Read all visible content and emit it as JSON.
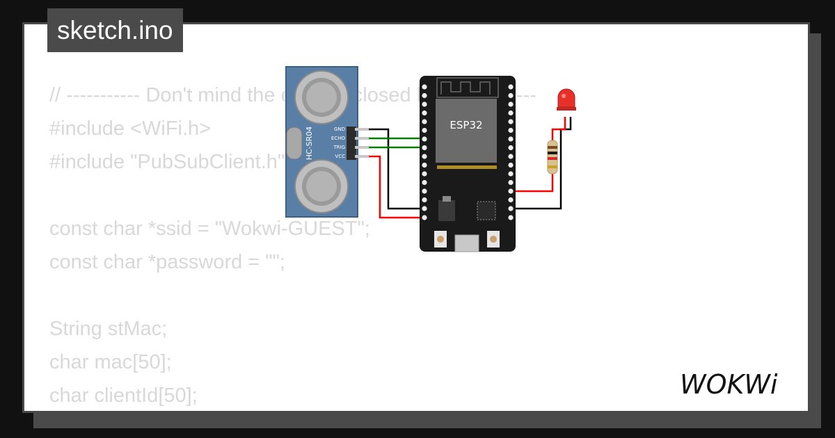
{
  "file_tab": {
    "label": "sketch.ino"
  },
  "code_lines": [
    "// ----------- Don't mind the code enclosed here -----------",
    "#include <WiFi.h>",
    "#include \"PubSubClient.h\"",
    "",
    "const char *ssid = \"Wokwi-GUEST\";",
    "const char *password = \"\";",
    "",
    "String stMac;",
    "char mac[50];",
    "char clientId[50];"
  ],
  "diagram": {
    "ultrasonic_sensor": {
      "name": "HC-SR04",
      "pins": [
        "GND",
        "ECHO",
        "TRIG",
        "VCC"
      ]
    },
    "board": {
      "name": "ESP32"
    },
    "wire_colors": {
      "gnd": "#000000",
      "signal": "#008000",
      "power": "#ff0000"
    },
    "led_color": "#e8302a",
    "board_color": "#1a1a1a",
    "sensor_color": "#5a7fa6"
  },
  "brand": {
    "logo": "WOKWi"
  }
}
